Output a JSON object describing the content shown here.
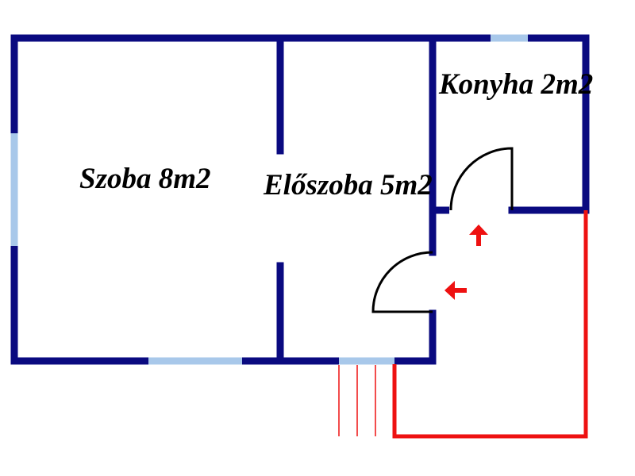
{
  "rooms": [
    {
      "name": "Szoba 8m2"
    },
    {
      "name": "Előszoba 5m2"
    },
    {
      "name": "Konyha 2m2"
    }
  ],
  "colors": {
    "wall": "#0a0a80",
    "window": "#a8c8ea",
    "door": "#000000",
    "terrace": "#ee1111",
    "arrow": "#ee1111"
  }
}
